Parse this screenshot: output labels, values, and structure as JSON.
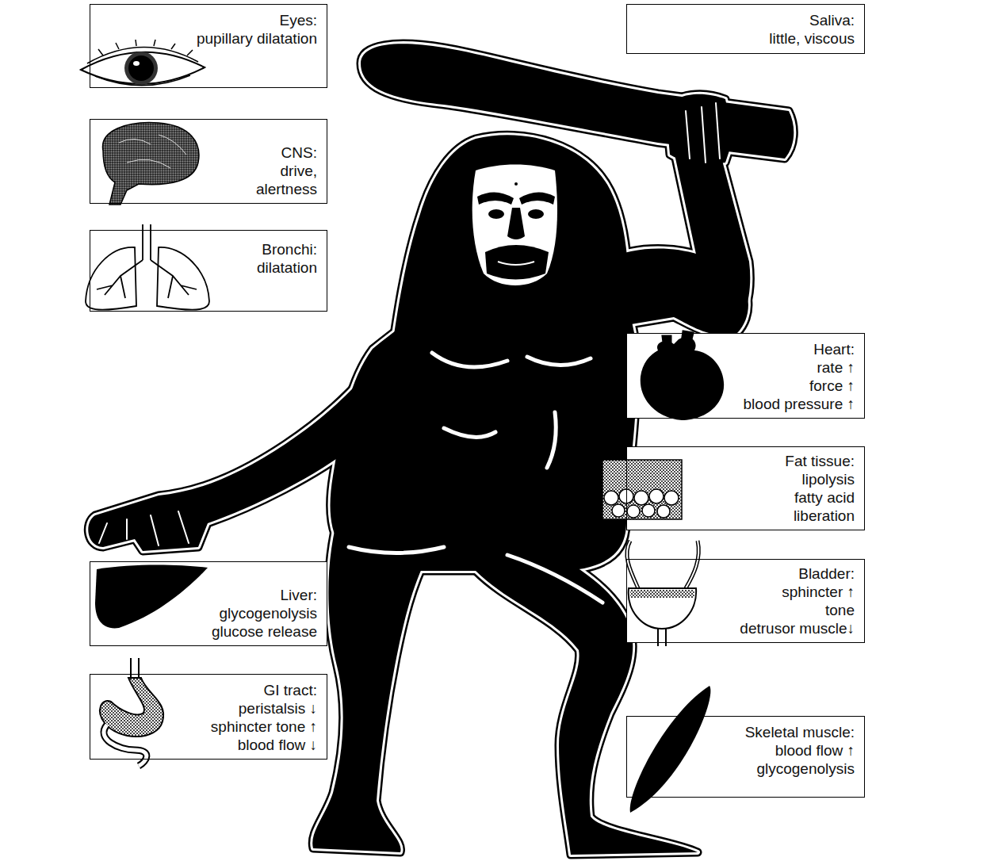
{
  "diagram": {
    "nodes": [
      {
        "text": [
          "Eyes:",
          "pupillary dilatation"
        ]
      },
      {
        "text": [
          "Saliva:",
          "little, viscous"
        ]
      },
      {
        "text": [
          "CNS:",
          "drive,",
          "alertness"
        ]
      },
      {
        "text": [
          "Bronchi:",
          "dilatation"
        ]
      },
      {
        "text": [
          "Heart:",
          "rate ↑",
          "force ↑",
          "blood pressure ↑"
        ]
      },
      {
        "text": [
          "Fat tissue:",
          "lipolysis",
          "fatty acid liberation"
        ]
      },
      {
        "text": [
          "Bladder:",
          "sphincter ↑ tone",
          "detrusor muscle↓"
        ]
      },
      {
        "text": [
          "Liver:",
          "glycogenolysis",
          "glucose release"
        ]
      },
      {
        "text": [
          "GI tract:",
          "peristalsis ↓",
          "sphincter tone ↑",
          "blood flow ↓"
        ]
      },
      {
        "text": [
          "Skeletal muscle:",
          "blood flow ↑",
          "glycogenolysis"
        ]
      }
    ]
  }
}
